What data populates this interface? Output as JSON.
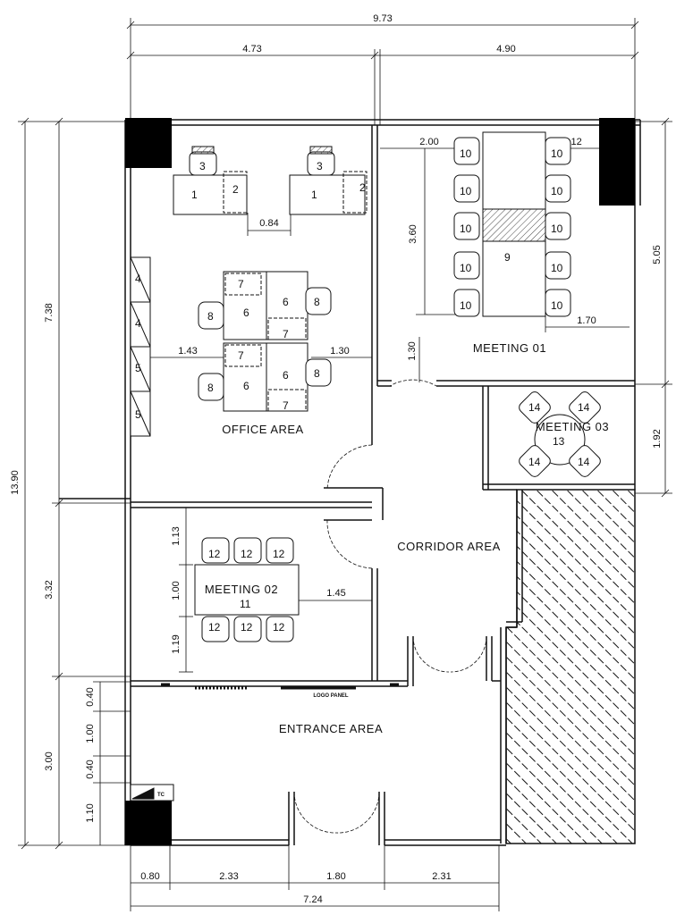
{
  "rooms": {
    "office": "OFFICE AREA",
    "meeting01": "MEETING 01",
    "meeting02": "MEETING 02",
    "meeting03": "MEETING 03",
    "corridor": "CORRIDOR AREA",
    "entrance": "ENTRANCE AREA"
  },
  "labels": {
    "logo_panel": "LOGO PANEL",
    "tc": "TC"
  },
  "dims": {
    "total_width": "9.73",
    "left_width": "4.73",
    "right_width": "4.90",
    "total_height": "13.90",
    "upper_height": "7.38",
    "mid_height": "3.32",
    "lower_height": "3.00",
    "right_upper": "5.05",
    "right_mid": "1.92",
    "bottom_total": "7.24",
    "bottom_1": "0.80",
    "bottom_2": "2.33",
    "bottom_3": "1.80",
    "bottom_4": "2.31",
    "ent_1": "0.40",
    "ent_2": "1.00",
    "ent_3": "0.40",
    "ent_4": "1.10",
    "m02_1": "1.13",
    "m02_2": "1.00",
    "m02_3": "1.19",
    "m02_4": "1.45",
    "desk_gap": "0.84",
    "office_l": "1.43",
    "office_r": "1.30",
    "m01_top_l": "2.00",
    "m01_top_r": "1.12",
    "m01_h": "3.60",
    "m01_br": "1.70",
    "door_h": "1.30"
  },
  "furniture": {
    "n1": "1",
    "n2": "2",
    "n3": "3",
    "n4": "4",
    "n5": "5",
    "n6": "6",
    "n7": "7",
    "n8": "8",
    "n9": "9",
    "n10": "10",
    "n11": "11",
    "n12": "12",
    "n13": "13",
    "n14": "14"
  }
}
